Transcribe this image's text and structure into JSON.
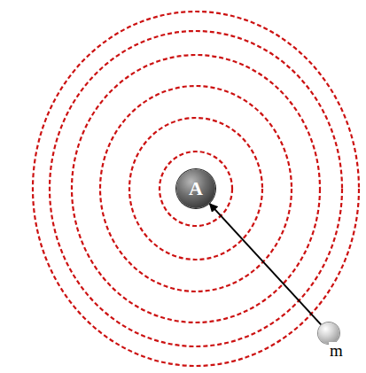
{
  "diagram": {
    "nodes": [
      {
        "text": [
          "A"
        ]
      },
      {
        "text": [
          "m"
        ]
      }
    ],
    "edges": [
      {
        "from": 1,
        "to": 0,
        "arrow": "to"
      }
    ]
  }
}
